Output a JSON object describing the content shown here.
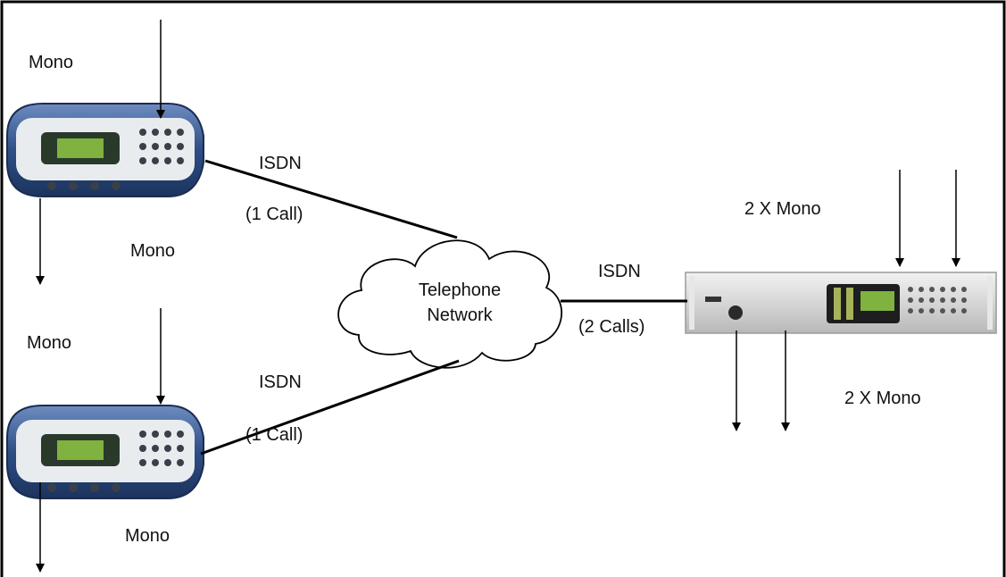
{
  "diagram": {
    "nodes": {
      "codec_top": {
        "kind": "portable ISDN codec"
      },
      "codec_bottom": {
        "kind": "portable ISDN codec"
      },
      "cloud": {
        "label_line1": "Telephone",
        "label_line2": "Network"
      },
      "rack_codec": {
        "kind": "rack-mount ISDN codec"
      }
    },
    "labels": {
      "top_in": "Mono",
      "top_out": "Mono",
      "bottom_in": "Mono",
      "bottom_out": "Mono",
      "link_top_type": "ISDN",
      "link_top_calls": "(1 Call)",
      "link_bottom_type": "ISDN",
      "link_bottom_calls": "(1 Call)",
      "link_rack_type": "ISDN",
      "link_rack_calls": "(2 Calls)",
      "rack_in": "2 X Mono",
      "rack_out": "2 X Mono"
    },
    "colors": {
      "line": "#000000",
      "codec_shell": "#2e4f86",
      "codec_face": "#e9ecef",
      "lcd": "#7fb23f",
      "rack_panel": "#d8d8d8"
    }
  }
}
